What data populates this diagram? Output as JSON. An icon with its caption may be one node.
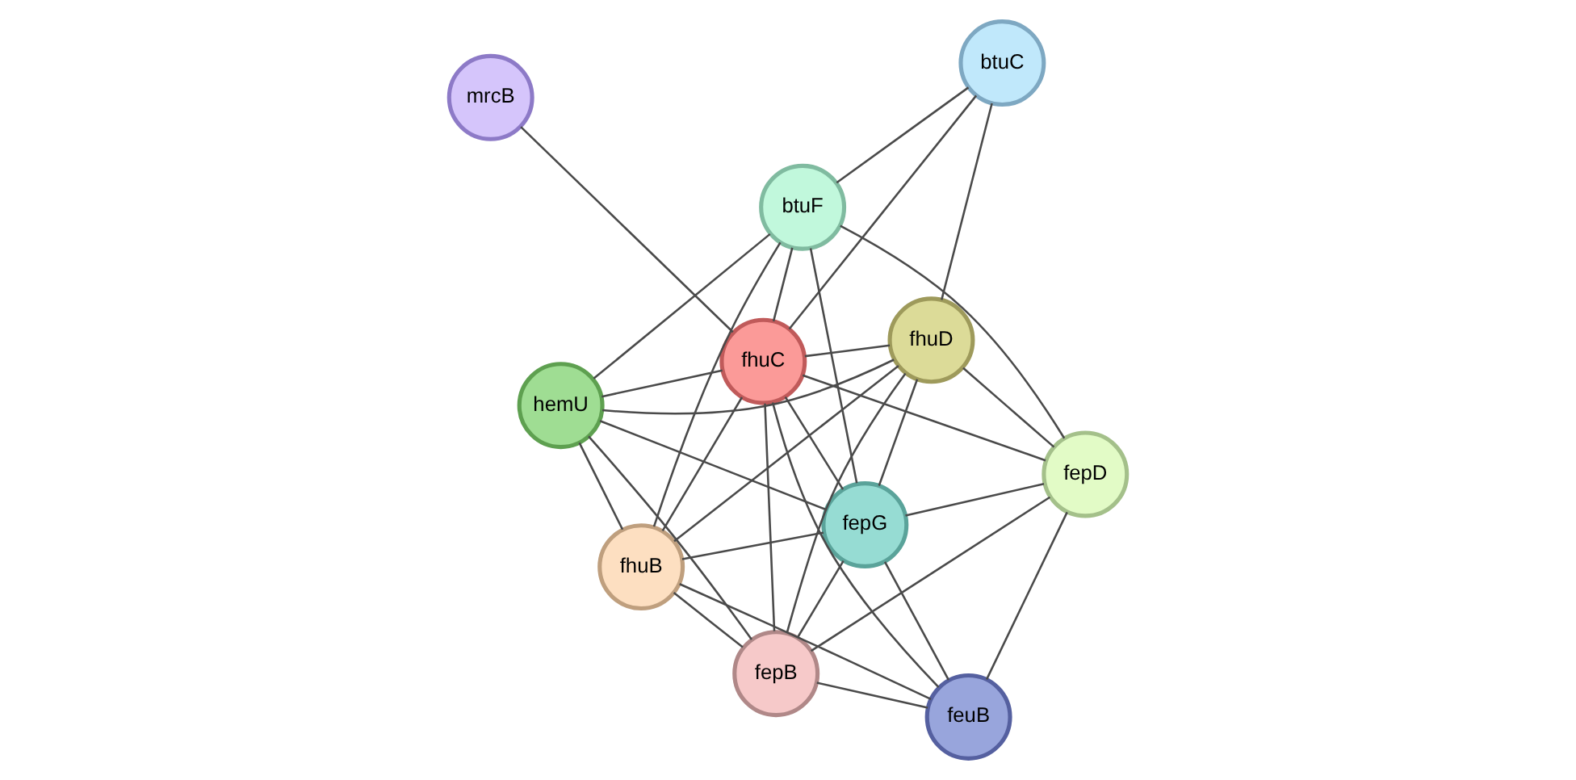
{
  "diagram": {
    "nodes": [
      {
        "text": [
          "mrcB"
        ]
      },
      {
        "text": [
          "btuC"
        ]
      },
      {
        "text": [
          "fhuD"
        ]
      },
      {
        "text": [
          "btuF"
        ]
      },
      {
        "text": [
          "fhuC"
        ]
      },
      {
        "text": [
          "fhuB"
        ]
      },
      {
        "text": [
          "hemU"
        ]
      },
      {
        "text": [
          "fepD"
        ]
      },
      {
        "text": [
          "fepG"
        ]
      },
      {
        "text": [
          "fepB"
        ]
      },
      {
        "text": [
          "feuB"
        ]
      }
    ],
    "edges": [
      {
        "from": 0,
        "to": 4,
        "arrow": "none"
      },
      {
        "from": 1,
        "to": 2,
        "arrow": "none"
      },
      {
        "from": 1,
        "to": 3,
        "arrow": "none"
      },
      {
        "from": 1,
        "to": 4,
        "arrow": "none"
      },
      {
        "from": 2,
        "to": 4,
        "arrow": "none"
      },
      {
        "from": 2,
        "to": 5,
        "arrow": "none"
      },
      {
        "from": 2,
        "to": 7,
        "arrow": "none"
      },
      {
        "from": 2,
        "to": 8,
        "arrow": "none"
      },
      {
        "from": 2,
        "to": 9,
        "arrow": "none"
      },
      {
        "from": 2,
        "to": 6,
        "arrow": "none"
      },
      {
        "from": 3,
        "to": 4,
        "arrow": "none"
      },
      {
        "from": 3,
        "to": 5,
        "arrow": "none"
      },
      {
        "from": 3,
        "to": 7,
        "arrow": "none"
      },
      {
        "from": 3,
        "to": 8,
        "arrow": "none"
      },
      {
        "from": 3,
        "to": 6,
        "arrow": "none"
      },
      {
        "from": 4,
        "to": 5,
        "arrow": "none"
      },
      {
        "from": 4,
        "to": 6,
        "arrow": "none"
      },
      {
        "from": 4,
        "to": 7,
        "arrow": "none"
      },
      {
        "from": 4,
        "to": 8,
        "arrow": "none"
      },
      {
        "from": 4,
        "to": 9,
        "arrow": "none"
      },
      {
        "from": 4,
        "to": 10,
        "arrow": "none"
      },
      {
        "from": 5,
        "to": 8,
        "arrow": "none"
      },
      {
        "from": 5,
        "to": 9,
        "arrow": "none"
      },
      {
        "from": 5,
        "to": 10,
        "arrow": "none"
      },
      {
        "from": 5,
        "to": 6,
        "arrow": "none"
      },
      {
        "from": 6,
        "to": 8,
        "arrow": "none"
      },
      {
        "from": 6,
        "to": 9,
        "arrow": "none"
      },
      {
        "from": 7,
        "to": 8,
        "arrow": "none"
      },
      {
        "from": 7,
        "to": 9,
        "arrow": "none"
      },
      {
        "from": 7,
        "to": 10,
        "arrow": "none"
      },
      {
        "from": 8,
        "to": 9,
        "arrow": "none"
      },
      {
        "from": 8,
        "to": 10,
        "arrow": "none"
      },
      {
        "from": 9,
        "to": 10,
        "arrow": "none"
      }
    ]
  }
}
